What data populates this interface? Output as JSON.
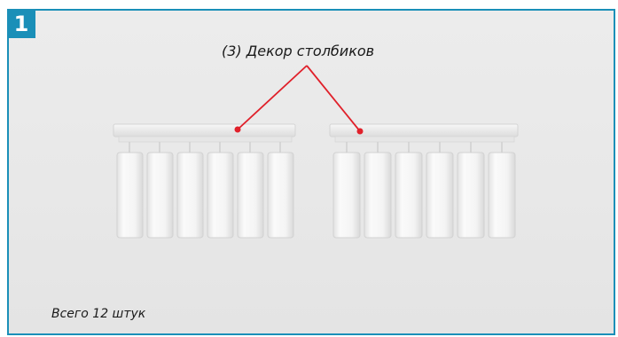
{
  "step": {
    "number": "1"
  },
  "part": {
    "label": "(3) Декор столбиков"
  },
  "total": {
    "label": "Всего 12 штук"
  },
  "colors": {
    "accent": "#1a8fb8",
    "pointer": "#e0202a",
    "background": "#e9e9e9"
  },
  "parts": {
    "sprues": 2,
    "posts_per_sprue": 6
  }
}
